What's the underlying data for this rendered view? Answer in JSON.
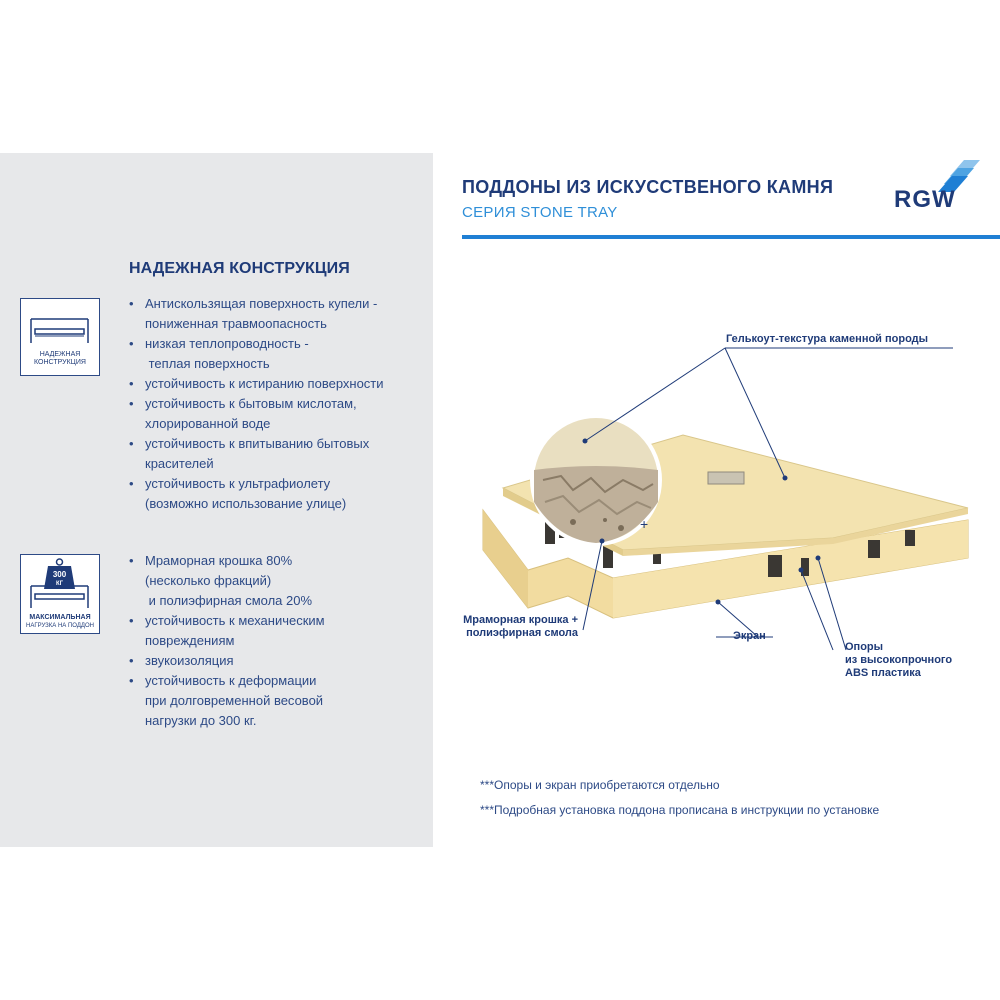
{
  "header": {
    "title": "ПОДДОНЫ ИЗ ИСКУССТВЕНОГО КАМНЯ",
    "subtitle": "СЕРИЯ STONE TRAY",
    "logo": "RGW"
  },
  "left": {
    "section_title": "НАДЕЖНАЯ КОНСТРУКЦИЯ",
    "icon1": {
      "icon": "tray-construction-icon",
      "caption_line1": "НАДЕЖНАЯ",
      "caption_line2": "КОНСТРУКЦИЯ"
    },
    "icon2": {
      "icon": "weight-load-icon",
      "weight_line1": "300",
      "weight_line2": "КГ",
      "caption_line1": "МАКСИМАЛЬНАЯ",
      "caption_line2": "НАГРУЗКА НА ПОДДОН"
    },
    "list1": [
      {
        "l1": "Антискользящая поверхность купели -",
        "l2": "пониженная травмоопасность"
      },
      {
        "l1": "низкая теплопроводность -",
        "l2": " теплая поверхность"
      },
      {
        "l1": "устойчивость к истиранию поверхности"
      },
      {
        "l1": "устойчивость к бытовым кислотам,",
        "l2": "хлорированной воде"
      },
      {
        "l1": "устойчивость к впитыванию бытовых",
        "l2": "красителей"
      },
      {
        "l1": "устойчивость к ультрафиолету",
        "l2": "(возможно использование улице)"
      }
    ],
    "list2": [
      {
        "l1": "Мраморная крошка 80%",
        "l2": "(несколько фракций)",
        "l3": " и полиэфирная смола 20%"
      },
      {
        "l1": "устойчивость к механическим",
        "l2": "повреждениям"
      },
      {
        "l1": "звукоизоляция"
      },
      {
        "l1": "устойчивость к деформации",
        "l2": "при долговременной весовой",
        "l3": "нагрузки до 300 кг."
      }
    ]
  },
  "diagram": {
    "callout_gelcoat": "Гелькоут-текстура каменной породы",
    "callout_marble_1": "Мраморная крошка +",
    "callout_marble_2": "полиэфирная смола",
    "callout_screen": "Экран",
    "callout_supports_1": "Опоры",
    "callout_supports_2": "из высокопрочного",
    "callout_supports_3": "ABS пластика",
    "plus": "+"
  },
  "notes": {
    "note1": "***Опоры и экран приобретаются отдельно",
    "note2": "***Подробная установка поддона прописана в инструкции по установке"
  },
  "colors": {
    "navy": "#1f3b78",
    "accent_blue": "#1f7fd4",
    "panel_gray": "#e7e8ea",
    "tray_cream": "#f3e3b0"
  }
}
